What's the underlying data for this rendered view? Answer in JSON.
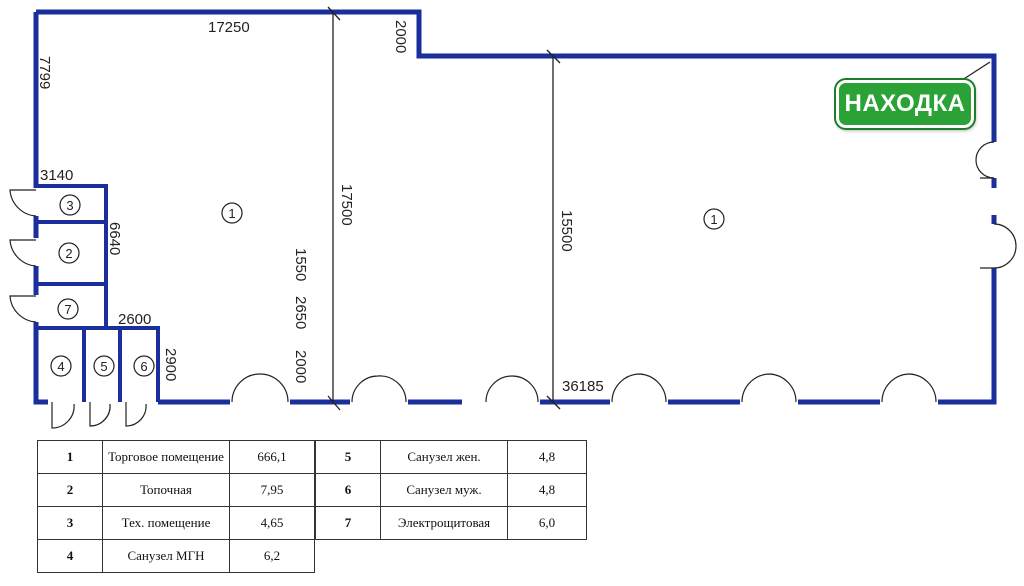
{
  "logo": {
    "text": "НАХОДКА"
  },
  "dimensions": {
    "top_width": "17250",
    "step": "2000",
    "left_height": "7799",
    "small_width": "3140",
    "small_height": "6640",
    "bath_width": "2600",
    "bath_height": "2900",
    "mid_height": "17500",
    "right_height": "15500",
    "door_1": "1550",
    "door_2": "2650",
    "door_3": "2000",
    "total_width": "36185"
  },
  "room_markers": [
    "1",
    "1",
    "3",
    "2",
    "7",
    "4",
    "5",
    "6"
  ],
  "legend_left": [
    {
      "num": "1",
      "name": "Торговое помещение",
      "area": "666,1"
    },
    {
      "num": "2",
      "name": "Топочная",
      "area": "7,95"
    },
    {
      "num": "3",
      "name": "Тех. помещение",
      "area": "4,65"
    },
    {
      "num": "4",
      "name": "Санузел МГН",
      "area": "6,2"
    }
  ],
  "legend_right": [
    {
      "num": "5",
      "name": "Санузел жен.",
      "area": "4,8"
    },
    {
      "num": "6",
      "name": "Санузел муж.",
      "area": "4,8"
    },
    {
      "num": "7",
      "name": "Электрощитовая",
      "area": "6,0"
    }
  ],
  "colors": {
    "wall": "#1a2e9c",
    "logo_green": "#2aa236"
  }
}
